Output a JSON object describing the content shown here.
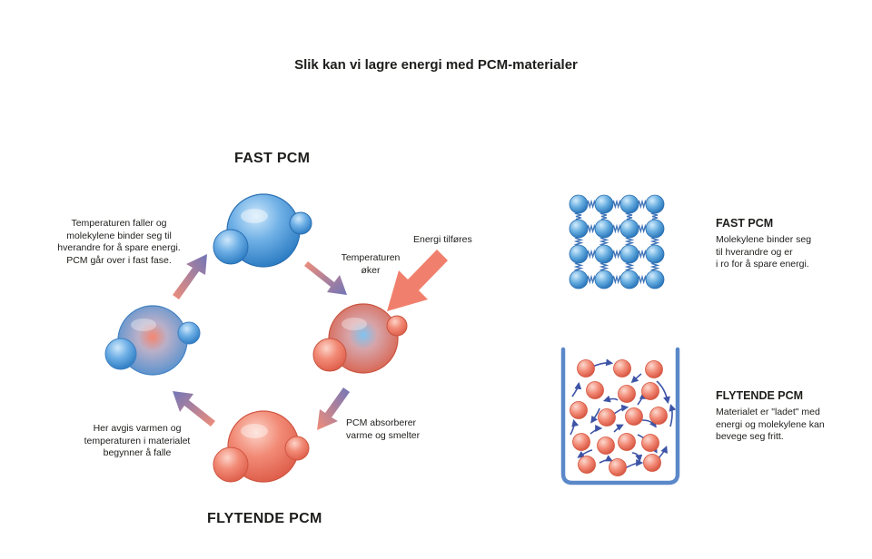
{
  "title": "Slik kan vi lagre energi  med PCM-materialer",
  "cycle": {
    "solid_label": "FAST PCM",
    "liquid_label": "FLYTENDE PCM",
    "note_cooling": [
      "Temperaturen faller og",
      "molekylene binder seg til",
      "hverandre for å spare energi.",
      "PCM går over i fast fase."
    ],
    "note_temp_rises": [
      "Temperaturen",
      "øker"
    ],
    "note_energy_added": "Energi tilføres",
    "note_absorbs": [
      "PCM absorberer",
      "varme og smelter"
    ],
    "note_heat_released": [
      "Her avgis varmen og",
      "temperaturen i materialet",
      "begynner å falle"
    ]
  },
  "legend": {
    "solid": {
      "title": "FAST PCM",
      "text": [
        "Molekylene binder seg",
        "til hverandre og er",
        "i ro for å spare energi."
      ]
    },
    "liquid": {
      "title": "FLYTENDE PCM",
      "text": [
        "Materialet er \"ladet\" med",
        "energi og molekylene kan",
        "bevege seg fritt."
      ]
    }
  },
  "colors": {
    "solid_blue": "#3f8fd2",
    "liquid_red": "#ee7361",
    "arrow_purple": "#7b73b8",
    "container_blue": "#5b88c9"
  }
}
